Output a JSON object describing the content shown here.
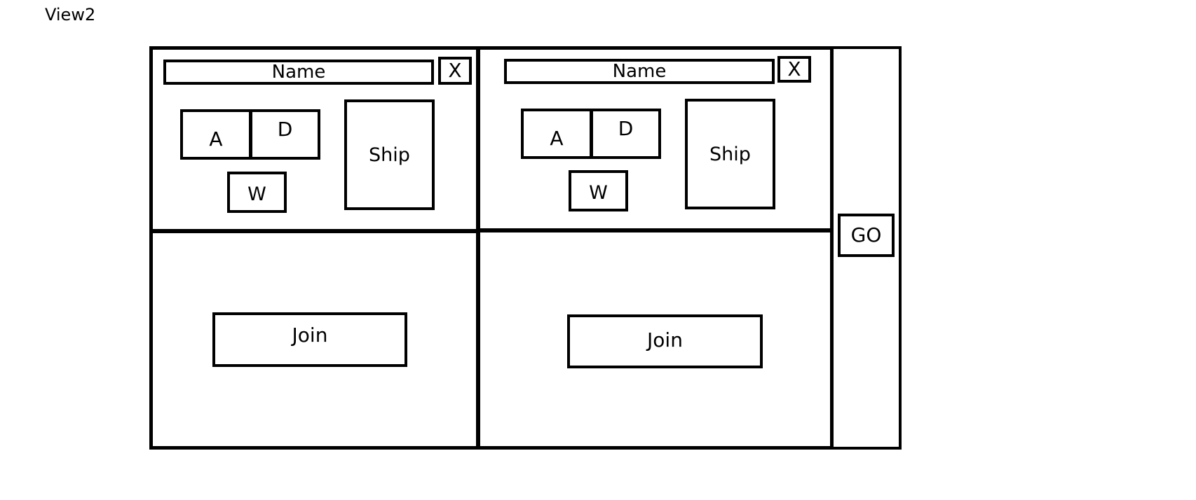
{
  "view_title": "View2",
  "slots": [
    {
      "name_field": "Name",
      "close_label": "X",
      "a_label": "A",
      "d_label": "D",
      "w_label": "W",
      "ship_label": "Ship",
      "join_label": "Join"
    },
    {
      "name_field": "Name",
      "close_label": "X",
      "a_label": "A",
      "d_label": "D",
      "w_label": "W",
      "ship_label": "Ship",
      "join_label": "Join"
    }
  ],
  "go_label": "GO"
}
